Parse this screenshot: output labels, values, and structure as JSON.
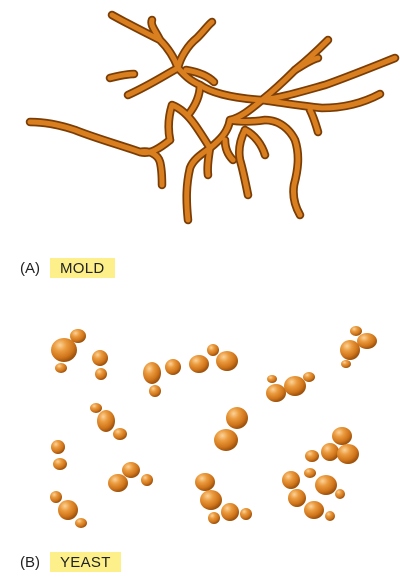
{
  "panel_a": {
    "letter": "(A)",
    "name": "MOLD"
  },
  "panel_b": {
    "letter": "(B)",
    "name": "YEAST"
  },
  "colors": {
    "organism_fill": "#d97f1f",
    "organism_outline": "#7a3d06",
    "label_highlight": "#fdf08a"
  }
}
